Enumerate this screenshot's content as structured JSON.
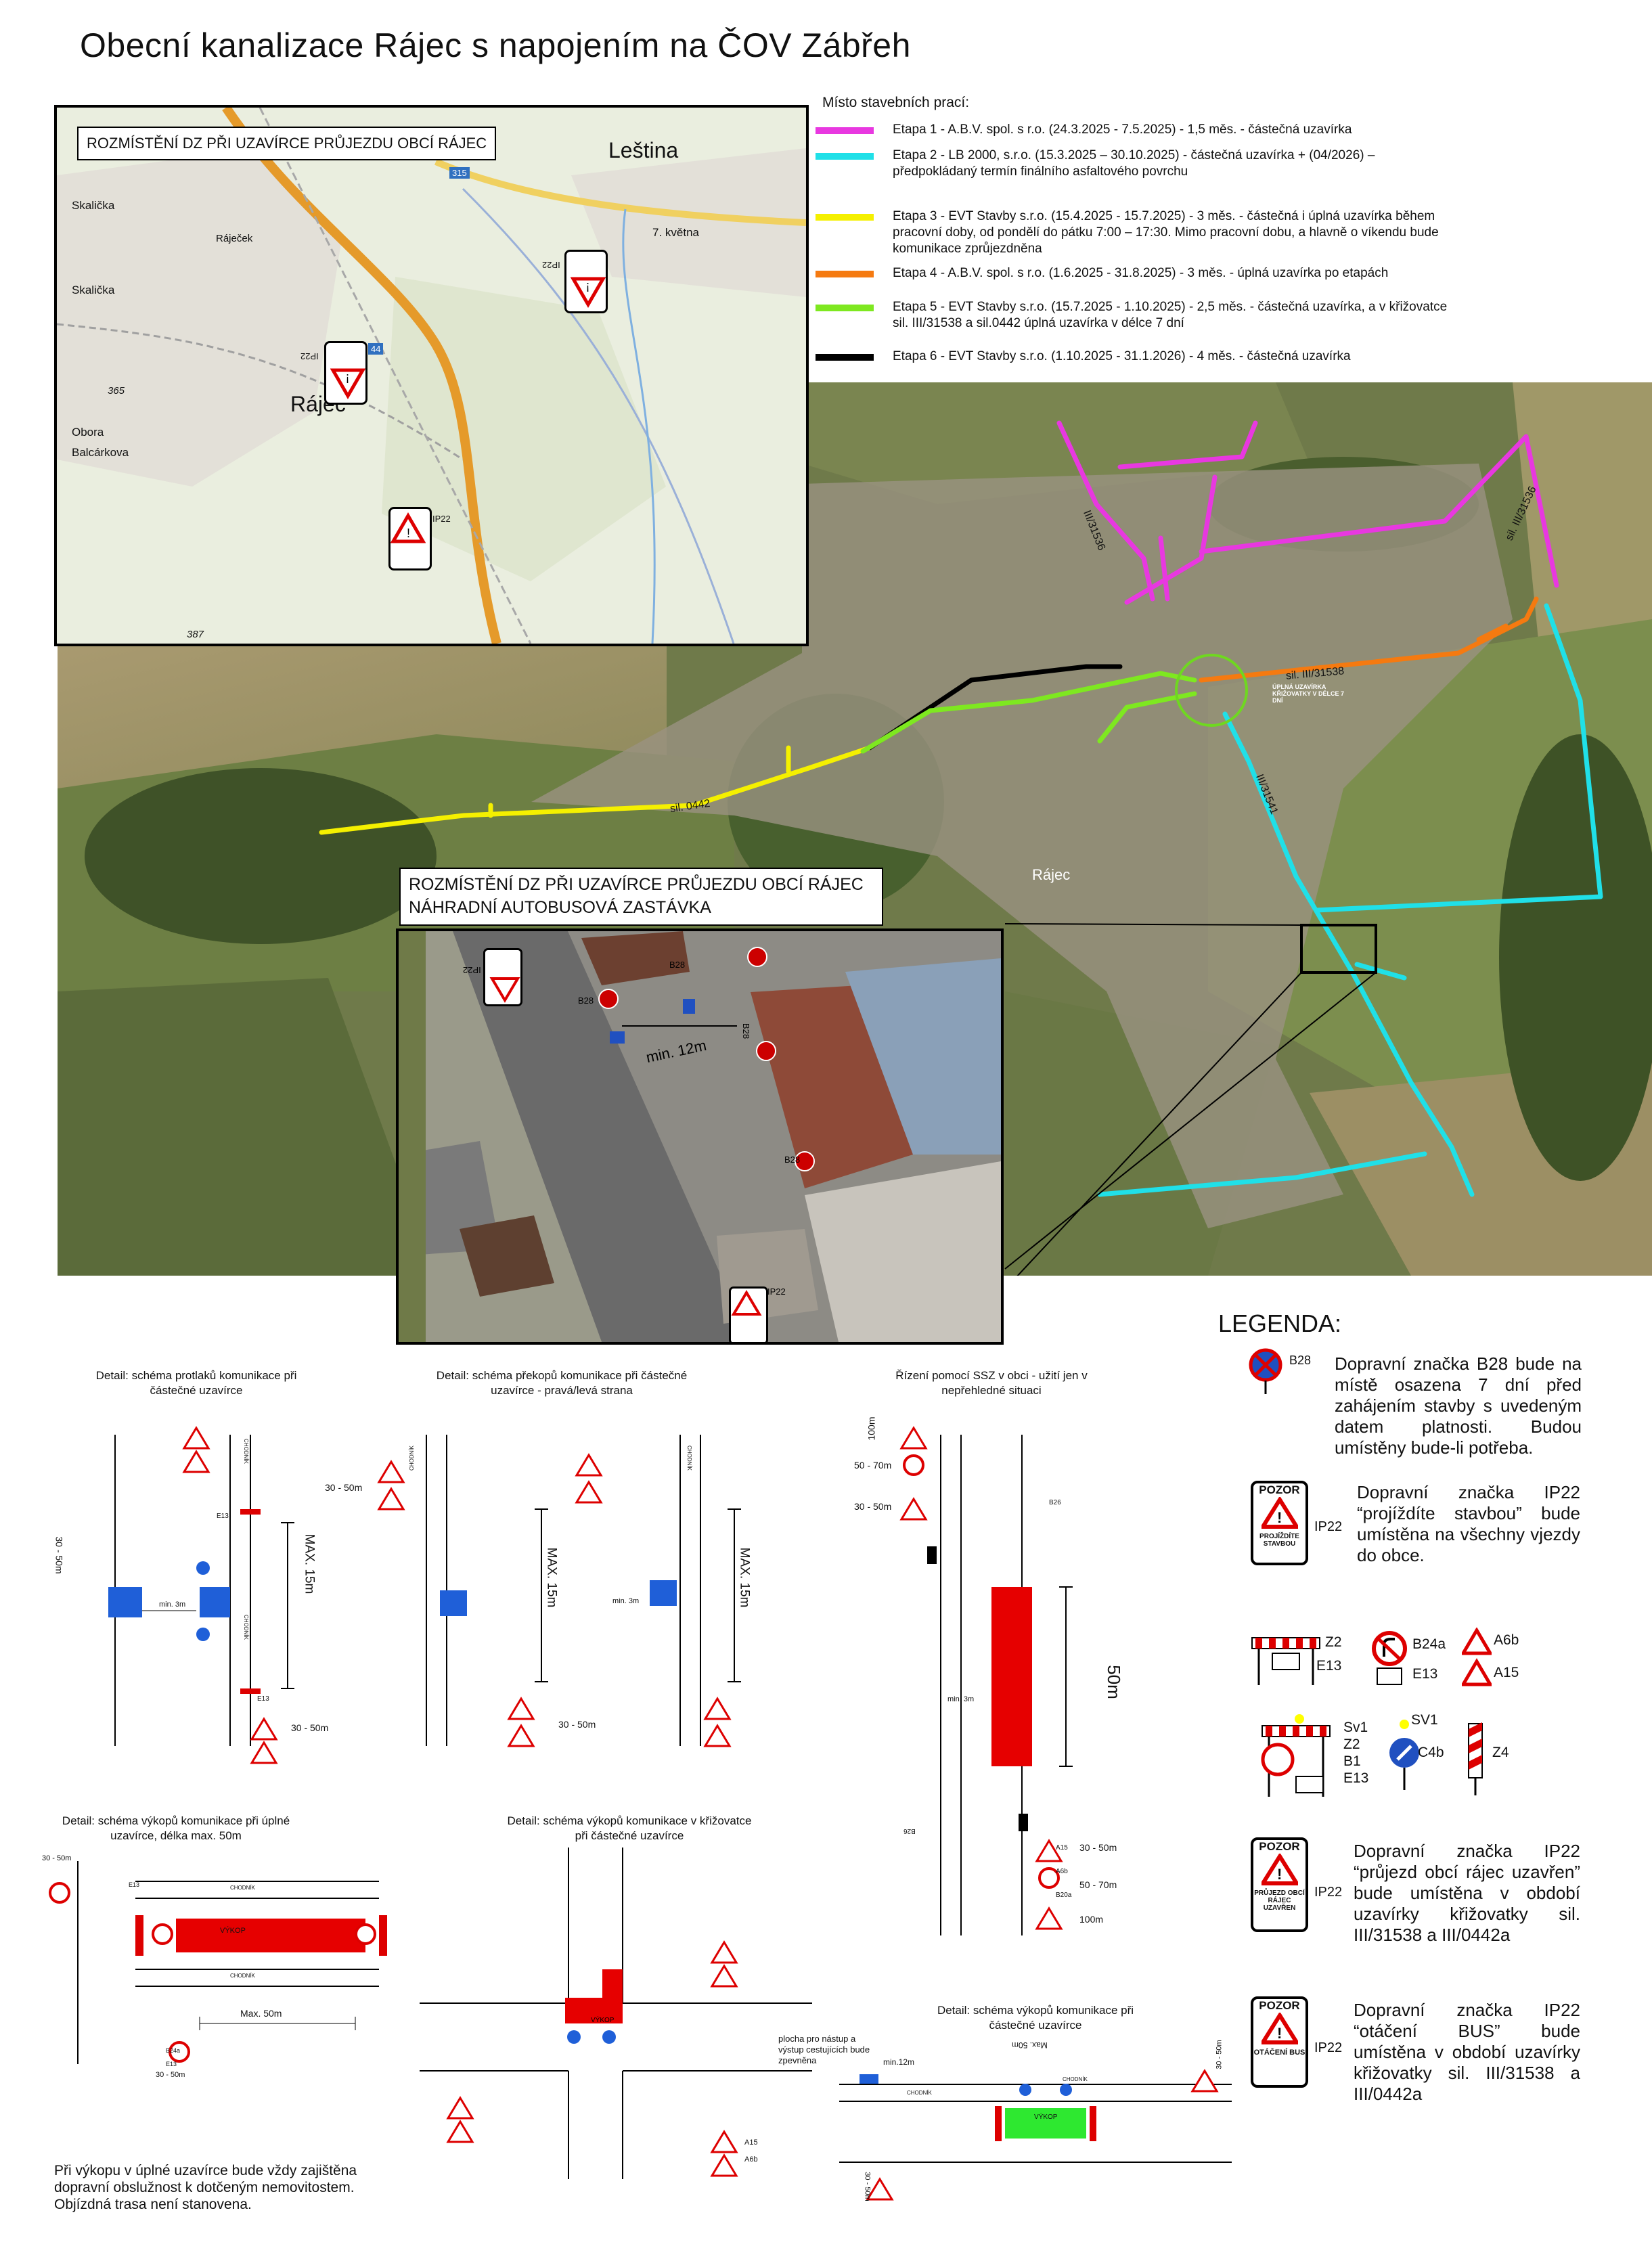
{
  "title": "Obecní kanalizace Rájec s napojením na ČOV Zábřeh",
  "stages_title": "Místo stavebních prací:",
  "stages": [
    {
      "label": "Etapa 1 - A.B.V. spol. s r.o. (24.3.2025 - 7.5.2025) - 1,5 měs. - částečná uzavírka",
      "color": "#e838e0"
    },
    {
      "label": "Etapa 2 - LB 2000, s.r.o. (15.3.2025 – 30.10.2025) - částečná uzavírka + (04/2026) – předpokládaný termín finálního asfaltového povrchu",
      "color": "#20e0e8"
    },
    {
      "label": "Etapa 3 - EVT Stavby s.r.o. (15.4.2025 - 15.7.2025) - 3 měs. - částečná i úplná uzavírka během pracovní doby, od pondělí do pátku 7:00 – 17:30. Mimo pracovní dobu, a hlavně o víkendu bude komunikace zprůjezdněna",
      "color": "#f5f000"
    },
    {
      "label": "Etapa 4 - A.B.V. spol. s r.o. (1.6.2025 - 31.8.2025) - 3 měs. - úplná uzavírka po etapách",
      "color": "#f57a10"
    },
    {
      "label": "Etapa 5 - EVT Stavby s.r.o. (15.7.2025 - 1.10.2025) - 2,5 měs. - částečná uzavírka, a v křižovatce sil. III/31538 a sil.0442 úplná uzavírka v délce 7 dní",
      "color": "#7ee820"
    },
    {
      "label": "Etapa 6 - EVT Stavby s.r.o. (1.10.2025 - 31.1.2026) - 4 měs. - částečná uzavírka",
      "color": "#000000"
    }
  ],
  "inset_map": {
    "label": "ROZMÍSTĚNÍ DZ PŘI UZAVÍRCE PRŮJEZDU OBCÍ RÁJEC",
    "places": [
      "Leština",
      "Skalička",
      "Skalička",
      "Ráječek",
      "Rájec",
      "Obora",
      "Balcárkova",
      "7. května"
    ],
    "road_numbers": [
      "315",
      "44"
    ],
    "elevations": [
      "365",
      "387"
    ],
    "signs": [
      "IP22",
      "IP22",
      "IP22"
    ]
  },
  "aerial": {
    "labels": [
      "sil. 0442",
      "sil. III/31538",
      "sil. III/31536",
      "III/31536",
      "Rájec",
      "III/31541"
    ],
    "junction_note": "ÚPLNÁ UZAVÍRKA KŘIŽOVATKY V DÉLCE 7 DNÍ"
  },
  "bus_inset": {
    "label_line1": "ROZMÍSTĚNÍ DZ PŘI UZAVÍRCE PRŮJEZDU OBCÍ RÁJEC",
    "label_line2": "NÁHRADNÍ AUTOBUSOVÁ ZASTÁVKA",
    "min_label": "min. 12m",
    "signs": [
      "B28",
      "B28",
      "B28",
      "B28",
      "IP22",
      "IP22"
    ]
  },
  "legend": {
    "title": "LEGENDA:",
    "b28_code": "B28",
    "b28_text": "Dopravní značka B28 bude na místě osazena 7 dní před zahájením stavby s uvedeným datem platnosti. Budou umístěny bude-li potřeba.",
    "ip22a_code": "IP22",
    "ip22a_sign_top": "POZOR",
    "ip22a_sign_bottom": "PROJÍŽDÍTE STAVBOU",
    "ip22a_text": "Dopravní značka IP22 “projíždíte stavbou” bude umístěna na všechny vjezdy do obce.",
    "codes_row1": [
      "Z2",
      "E13",
      "B24a",
      "E13",
      "A6b",
      "A15"
    ],
    "codes_row2": [
      "Sv1",
      "Z2",
      "B1",
      "E13",
      "SV1",
      "C4b",
      "Z4"
    ],
    "ip22b_code": "IP22",
    "ip22b_sign_top": "POZOR",
    "ip22b_sign_bottom": "PRŮJEZD OBCÍ RÁJEC UZAVŘEN",
    "ip22b_text": "Dopravní značka IP22 “průjezd obcí rájec uzavřen” bude umístěna v období uzavírky křižovatky sil. III/31538 a III/0442a",
    "ip22c_code": "IP22",
    "ip22c_sign_top": "POZOR",
    "ip22c_sign_bottom": "OTÁČENÍ BUS",
    "ip22c_text": "Dopravní značka IP22 “otáčení BUS” bude umístěna v období uzavírky křižovatky sil. III/31538 a III/0442a"
  },
  "details": {
    "d1_title": "Detail: schéma protlaků komunikace při částečné uzavírce",
    "d1_labels": [
      "MAX. 15m",
      "30 - 50m",
      "30 - 50m",
      "min. 3m",
      "E13",
      "E13",
      "CHODNÍK",
      "CHODNÍK"
    ],
    "d2_title": "Detail: schéma překopů komunikace při částečné uzavírce - pravá/levá strana",
    "d2_labels": [
      "MAX. 15m",
      "MAX. 15m",
      "30 - 50m",
      "30 - 50m",
      "min. 3m",
      "CHODNÍK",
      "CHODNÍK"
    ],
    "d3_title": "Řízení pomocí SSZ v obci - užití jen v nepřehledné situaci",
    "d3_labels": [
      "100m",
      "50 - 70m",
      "30 - 50m",
      "50m",
      "30 - 50m",
      "50 - 70m",
      "100m",
      "min. 3m",
      "B26",
      "B26",
      "B20a",
      "A15",
      "A6b"
    ],
    "d4_title": "Detail: schéma výkopů komunikace při úplné uzavírce, délka max. 50m",
    "d4_labels": [
      "VÝKOP",
      "Max. 50m",
      "30 - 50m",
      "30 - 50m",
      "CHODNÍK",
      "CHODNÍK",
      "E13",
      "E13",
      "B24a"
    ],
    "d5_title": "Detail: schéma výkopů komunikace v křižovatce při částečné uzavírce",
    "d5_labels": [
      "VÝKOP",
      "A15",
      "A6b"
    ],
    "d6_title": "Detail: schéma výkopů komunikace při částečné uzavírce",
    "d6_labels": [
      "VÝKOP",
      "min.12m",
      "Max. 50m",
      "CHODNÍK",
      "CHODNÍK",
      "30 - 50m",
      "30 - 50m",
      "plocha pro nástup a výstup cestujících bude zpevněna"
    ],
    "note": "Při výkopu v úplné uzavírce bude vždy zajištěna dopravní obslužnost k dotčeným nemovitostem. Objízdná trasa není stanovena."
  }
}
